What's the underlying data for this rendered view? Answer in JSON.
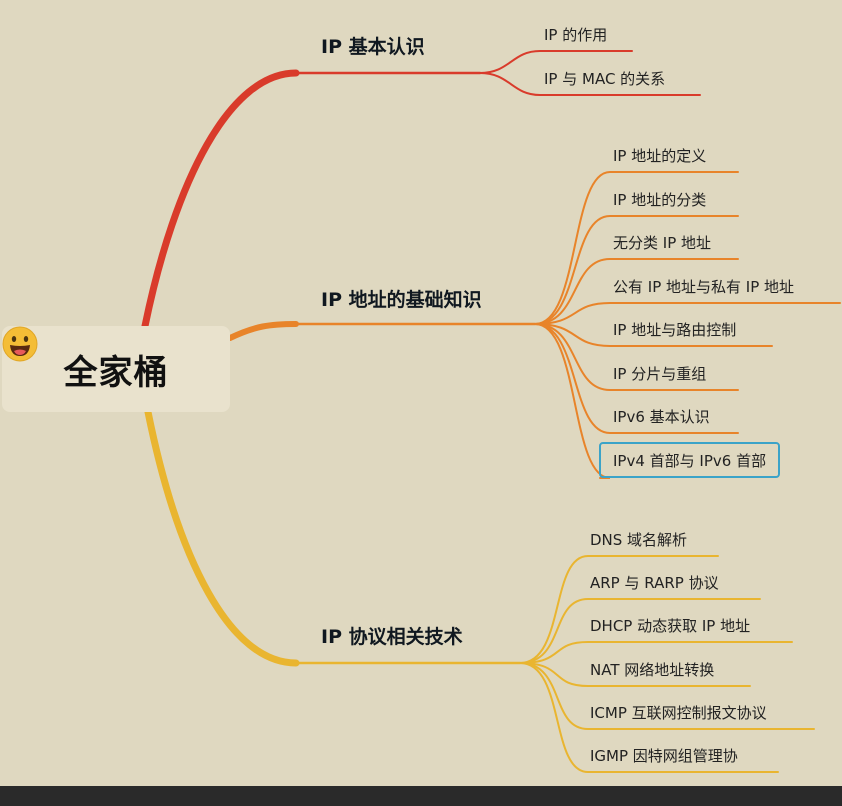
{
  "root": {
    "label": "全家桶",
    "icon": "grinning-face-icon"
  },
  "colors": {
    "background": "#dfd8c0",
    "branch1": "#d93b2b",
    "branch2": "#e8842a",
    "branch3": "#e9b530",
    "selection": "#3ba3c8"
  },
  "branches": [
    {
      "label": "IP 基本认识",
      "children": [
        "IP 的作用",
        "IP 与 MAC 的关系"
      ]
    },
    {
      "label": "IP 地址的基础知识",
      "children": [
        "IP 地址的定义",
        "IP 地址的分类",
        "无分类 IP 地址",
        "公有 IP 地址与私有 IP 地址",
        "IP 地址与路由控制",
        "IP 分片与重组",
        "IPv6 基本认识",
        "IPv4 首部与 IPv6 首部"
      ],
      "selected": "IPv4 首部与 IPv6 首部"
    },
    {
      "label": "IP 协议相关技术",
      "children": [
        "DNS 域名解析",
        "ARP 与 RARP 协议",
        "DHCP 动态获取 IP 地址",
        "NAT 网络地址转换",
        "ICMP 互联网控制报文协议",
        "IGMP 因特网组管理协"
      ]
    }
  ]
}
